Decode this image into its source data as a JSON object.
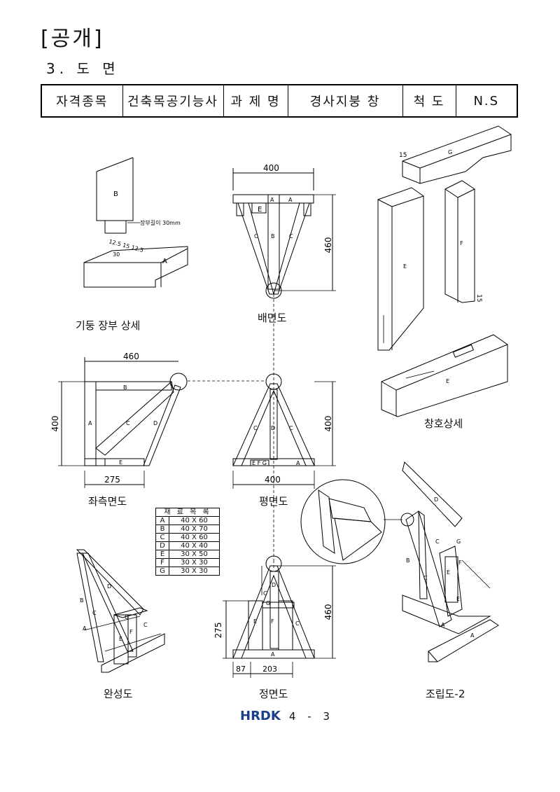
{
  "header": {
    "heading": "[공개]",
    "section": "3. 도 면"
  },
  "info_table": {
    "label_qualification": "자격종목",
    "value_qualification": "건축목공기능사",
    "label_task": "과 제 명",
    "value_task": "경사지붕 창",
    "label_scale": "척 도",
    "value_scale": "N.S"
  },
  "views": {
    "tenon_detail": {
      "caption": "기둥 장부 상세",
      "labels": {
        "b": "B",
        "a": "A",
        "tenon_note": "장부길이 30mm",
        "dim_row": "12.5 15 12.5",
        "dim_30": "30"
      }
    },
    "back_view": {
      "caption": "배면도",
      "dims": {
        "width": "400",
        "height": "460"
      },
      "labels": {
        "e": "E",
        "a1": "A",
        "a2": "A",
        "c1": "C",
        "b": "B",
        "c2": "C"
      }
    },
    "left_view": {
      "caption": "좌측면도",
      "dims": {
        "top": "460",
        "left": "400",
        "bottom": "275"
      },
      "labels": {
        "b": "B",
        "a": "A",
        "c": "C",
        "d": "D",
        "e": "E"
      }
    },
    "plan_view": {
      "caption": "평면도",
      "dims": {
        "right": "400",
        "bottom": "400"
      },
      "labels": {
        "c1": "C",
        "d": "D",
        "c2": "C",
        "efg": "E F G",
        "a": "A"
      }
    },
    "front_view": {
      "caption": "정면도",
      "dims": {
        "left": "275",
        "right": "460",
        "bottom_left": "87",
        "bottom_right": "203"
      },
      "labels": {
        "d": "D",
        "c1": "C",
        "g": "G",
        "e": "E",
        "f": "F",
        "c2": "C",
        "a": "A"
      }
    },
    "window_detail": {
      "caption": "창호상세",
      "labels": {
        "g": "G",
        "e1": "E",
        "f": "F",
        "e2": "E",
        "dim_15a": "15",
        "dim_15b": "15"
      }
    },
    "completed": {
      "caption": "완성도",
      "labels": {
        "d": "D",
        "b": "B",
        "c1": "C",
        "a": "A",
        "g": "G",
        "f": "F",
        "c2": "C",
        "e": "E"
      }
    },
    "assembly": {
      "caption": "조립도-2",
      "labels": {
        "d": "D",
        "c1": "C",
        "g": "G",
        "b": "B",
        "f": "F",
        "e1": "E",
        "c2": "C",
        "e2": "E",
        "a1": "A",
        "a2": "A"
      }
    }
  },
  "materials": {
    "title": "재 료 목 록",
    "rows": [
      {
        "code": "A",
        "size": "40 X 60"
      },
      {
        "code": "B",
        "size": "40 X 70"
      },
      {
        "code": "C",
        "size": "40 X 60"
      },
      {
        "code": "D",
        "size": "40 X 40"
      },
      {
        "code": "E",
        "size": "30 X 50"
      },
      {
        "code": "F",
        "size": "30 X 30"
      },
      {
        "code": "G",
        "size": "30 X 30"
      }
    ]
  },
  "footer": {
    "logo": "HRDK",
    "page": "4 - 3"
  }
}
